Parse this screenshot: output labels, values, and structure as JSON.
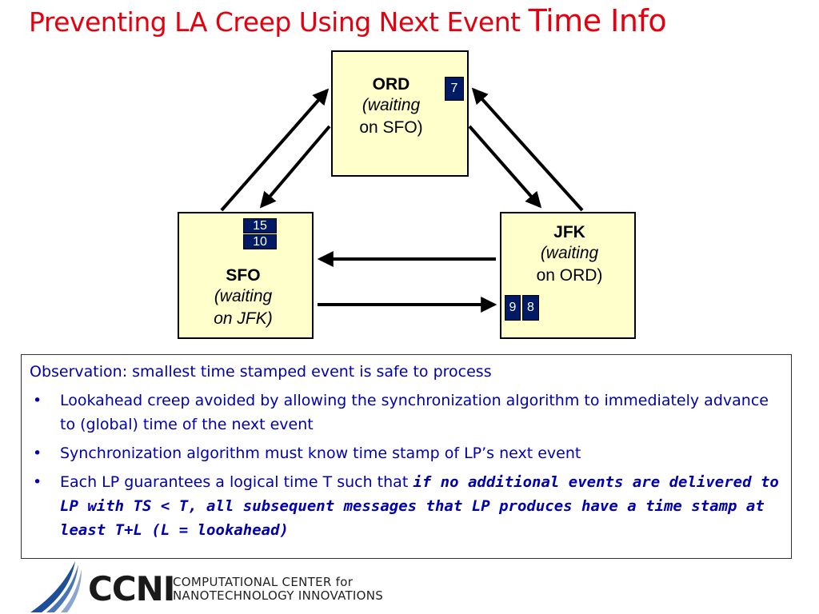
{
  "title": {
    "part1": "Preventing LA Creep Using Next Event ",
    "part2": "Time Info"
  },
  "nodes": {
    "ord": {
      "name": "ORD",
      "waiting": "(waiting",
      "on": "on SFO)",
      "timestamps": [
        "7"
      ]
    },
    "sfo": {
      "name": "SFO",
      "waiting": "(waiting",
      "on": "on JFK)",
      "timestamps": [
        "15",
        "10"
      ]
    },
    "jfk": {
      "name": "JFK",
      "waiting": "(waiting",
      "on": "on ORD)",
      "timestamps": [
        "9",
        "8"
      ]
    }
  },
  "observation": {
    "heading": "Observation: smallest time stamped event is safe to process",
    "bullets": [
      {
        "text": "Lookahead creep avoided by allowing the synchronization algorithm to immediately advance to (global) time of the next event"
      },
      {
        "text": "Synchronization algorithm must know time stamp of LP’s next event"
      },
      {
        "text_prefix": "Each LP guarantees a logical time T such that ",
        "text_emph": "if no additional events are delivered to LP with TS < T, all subsequent messages that LP produces have a time stamp at least T+L (L = lookahead)"
      }
    ],
    "bullet_glyph": "•"
  },
  "logo": {
    "name": "CCNI",
    "line1": "COMPUTATIONAL CENTER for",
    "line2": "NANOTECHNOLOGY INNOVATIONS"
  },
  "colors": {
    "title": "#e4000f",
    "node_fill": "#ffffcc",
    "chip_fill": "#001a66",
    "body_text": "#0000b0",
    "logo_blue": "#1f4e99"
  }
}
